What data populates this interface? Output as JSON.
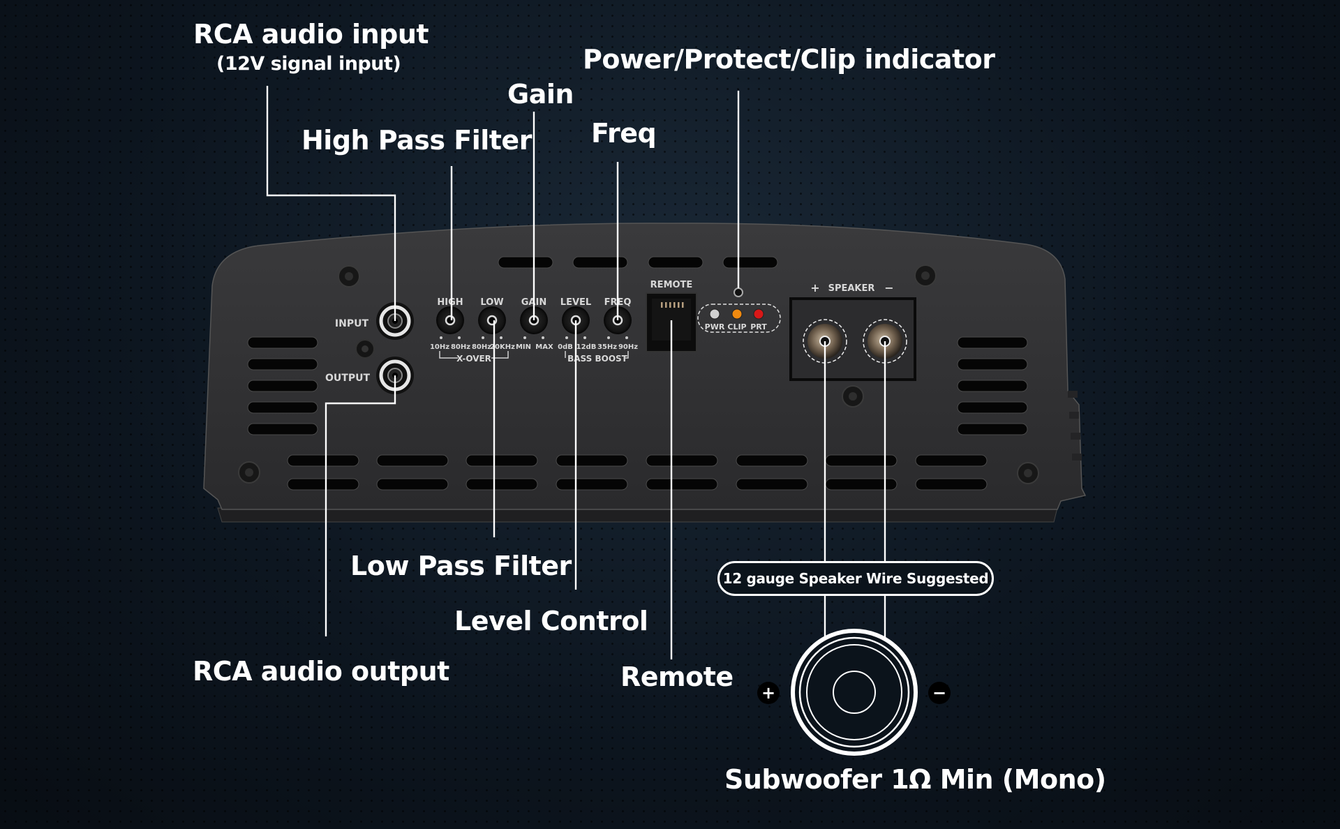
{
  "callouts": {
    "rca_input": "RCA audio input",
    "rca_input_sub": "(12V signal input)",
    "high_pass": "High Pass Filter",
    "gain": "Gain",
    "freq": "Freq",
    "indicator": "Power/Protect/Clip indicator",
    "low_pass": "Low Pass Filter",
    "level": "Level Control",
    "rca_output": "RCA audio output",
    "remote": "Remote",
    "wire_note": "12 gauge Speaker Wire Suggested",
    "subwoofer": "Subwoofer 1Ω Min (Mono)",
    "sub_plus": "+",
    "sub_minus": "−"
  },
  "panel": {
    "input": "INPUT",
    "output": "OUTPUT",
    "knobs": [
      {
        "label": "HIGH",
        "min": "10Hz",
        "max": "80Hz"
      },
      {
        "label": "LOW",
        "min": "80Hz",
        "max": "20KHz"
      },
      {
        "label": "GAIN",
        "min": "MIN",
        "max": "MAX"
      },
      {
        "label": "LEVEL",
        "min": "0dB",
        "max": "12dB"
      },
      {
        "label": "FREQ",
        "min": "35Hz",
        "max": "90Hz"
      }
    ],
    "xover": "X-OVER",
    "bass_boost": "BASS BOOST",
    "remote": "REMOTE",
    "leds": [
      {
        "label": "PWR",
        "color": "#d0d0d0"
      },
      {
        "label": "CLIP",
        "color": "#f08a10"
      },
      {
        "label": "PRT",
        "color": "#d81818"
      }
    ],
    "speaker": "SPEAKER",
    "speaker_plus": "+",
    "speaker_minus": "−"
  }
}
